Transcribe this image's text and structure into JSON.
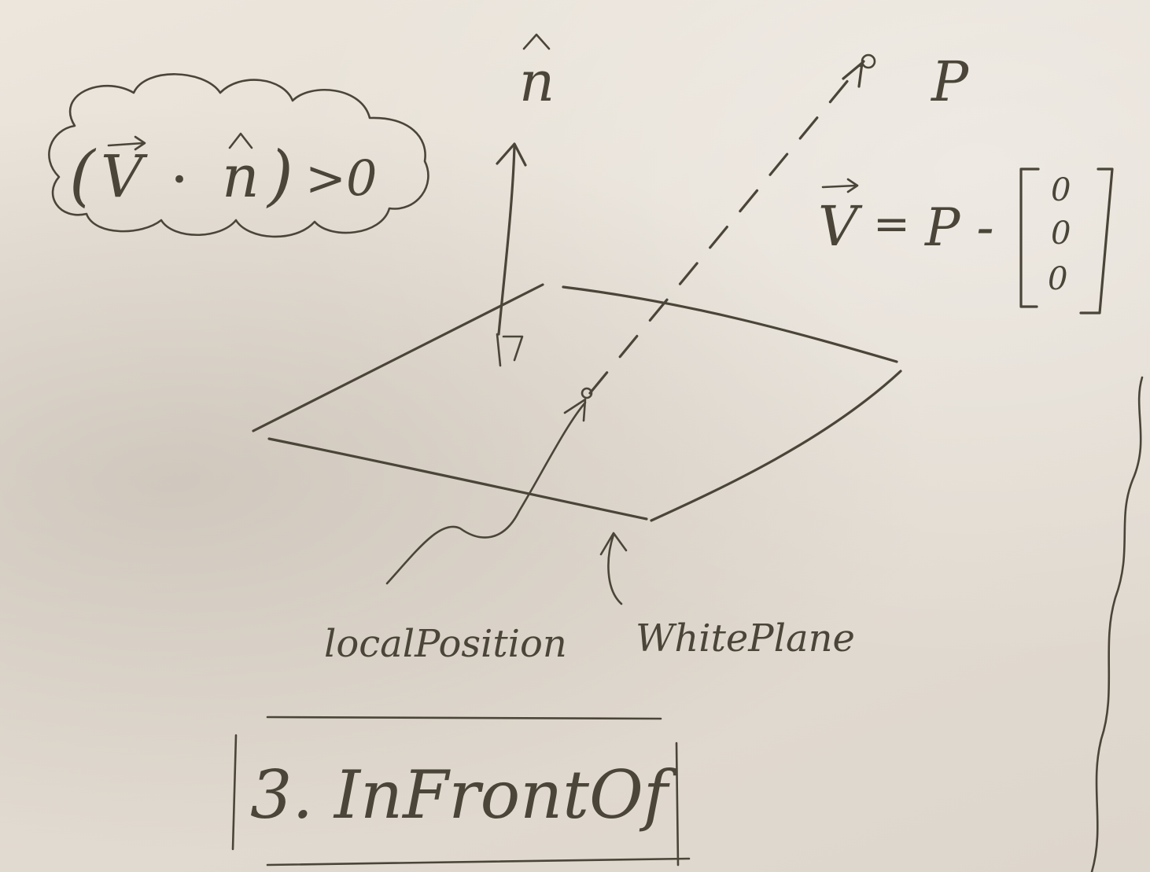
{
  "inequality": {
    "open_paren": "(",
    "v": "V",
    "dot": "•",
    "n": "n",
    "close_paren": ")",
    "rhs": ">0"
  },
  "normal_label": "n",
  "point_label": "P",
  "equation": {
    "v": "V",
    "equals": "=",
    "p_minus": "P -",
    "vector": [
      "0",
      "0",
      "0"
    ]
  },
  "labels": {
    "local_position": "localPosition",
    "white_plane": "WhitePlane",
    "section_title": "3. InFrontOf"
  }
}
